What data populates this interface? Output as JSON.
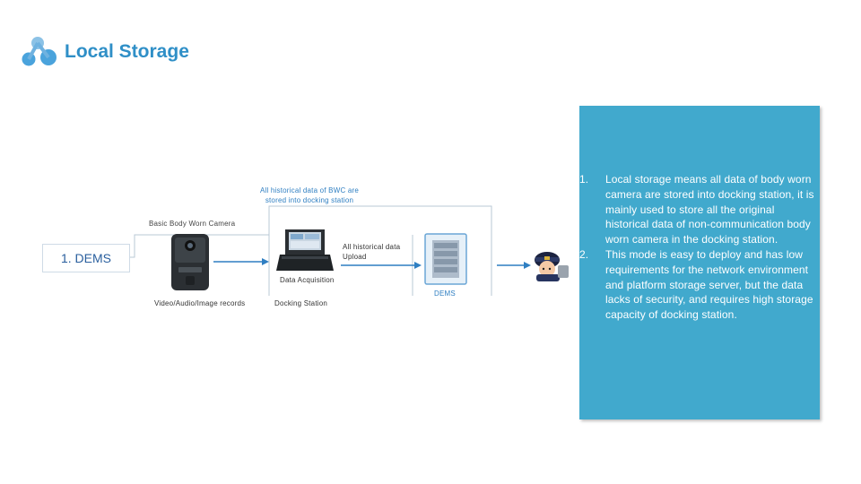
{
  "header": {
    "title": "Local Storage",
    "accent_color": "#2f8fc7",
    "logo_icon": "molecule-logo-icon"
  },
  "diagram": {
    "dems_box_label": "1. DEMS",
    "camera_caption": "Basic Body Worn Camera",
    "camera_sub_caption": "Video/Audio/Image records",
    "store_note": [
      "All historical data of BWC are",
      "stored into docking station"
    ],
    "docking_caption": "Docking Station",
    "acquisition_caption": "Data Acquisition",
    "upload_caption": [
      "All historical data",
      "Upload"
    ],
    "server_caption": "DEMS",
    "icons": {
      "camera": "body-camera-icon",
      "docking": "docking-station-icon",
      "server": "server-rack-icon",
      "officer": "police-officer-icon"
    }
  },
  "panel": {
    "color": "#41a9cd",
    "items": [
      {
        "num": "1.",
        "text": "Local storage means all data of body worn camera are stored into docking station, it is mainly used to store all the original historical data of non-communication body worn camera in the docking station."
      },
      {
        "num": "2.",
        "text": "This mode is easy to deploy and has low requirements for the network environment and platform storage server, but the data lacks of security, and requires high storage capacity of docking station."
      }
    ]
  }
}
